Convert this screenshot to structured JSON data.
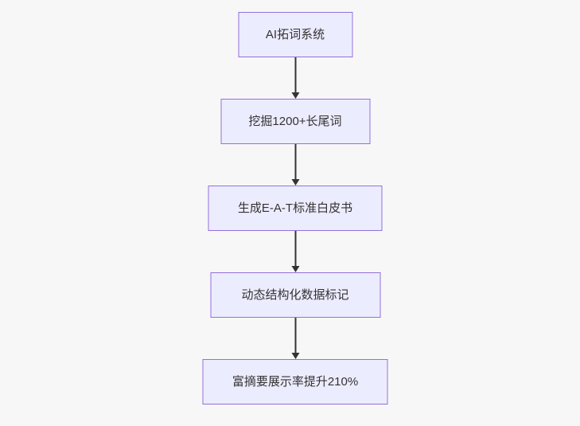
{
  "page": {
    "background_color": "#f7f7f7"
  },
  "flowchart": {
    "type": "flowchart",
    "direction": "top-down",
    "node_fill_color": "#ECECFF",
    "node_border_color": "#9370DB",
    "text_color": "#333333",
    "arrow_color": "#333333",
    "nodes": [
      {
        "id": "A",
        "label": "AI拓词系统"
      },
      {
        "id": "B",
        "label": "挖掘1200+长尾词"
      },
      {
        "id": "C",
        "label": "生成E-A-T标准白皮书"
      },
      {
        "id": "D",
        "label": "动态结构化数据标记"
      },
      {
        "id": "E",
        "label": "富摘要展示率提升210%"
      }
    ],
    "edges": [
      {
        "from": "A",
        "to": "B"
      },
      {
        "from": "B",
        "to": "C"
      },
      {
        "from": "C",
        "to": "D"
      },
      {
        "from": "D",
        "to": "E"
      }
    ]
  }
}
